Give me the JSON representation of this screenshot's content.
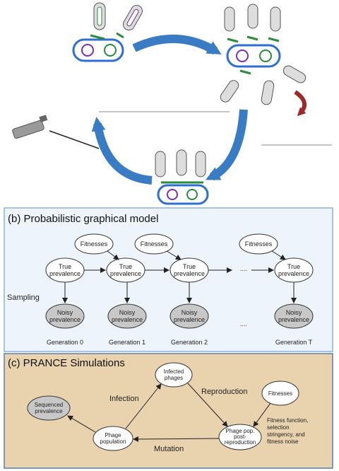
{
  "panel_b": {
    "title": "(b) Probabilistic graphical model",
    "fitnesses": "Fitnesses",
    "true_prevalence": [
      "True",
      "prevalence"
    ],
    "noisy_prevalence": [
      "Noisy",
      "prevalence"
    ],
    "sampling": "Sampling",
    "ellipsis": "....",
    "generations": [
      "Generation 0",
      "Generation 1",
      "Generation 2",
      "Generation T"
    ]
  },
  "panel_c": {
    "title": "(c) PRANCE Simulations",
    "infected_phages": [
      "Infected",
      "phages"
    ],
    "sequenced_prevalence": [
      "Sequenced",
      "prevalence"
    ],
    "phage_population": [
      "Phage",
      "population"
    ],
    "phage_post": [
      "Phage pop.",
      "post-",
      "reproduction"
    ],
    "fitnesses": "Fitnesses",
    "infection": "Infection",
    "reproduction": "Reproduction",
    "mutation": "Mutation",
    "fitness_note": [
      "Fitness function,",
      "selection",
      "stringency, and",
      "fitness noise"
    ]
  },
  "colors": {
    "cycle_arrow": "#3a7cc4",
    "panel_b_bg": "#eef4fb",
    "panel_b_border": "#8fb2d8",
    "panel_c_bg": "#e9d2ae",
    "panel_c_border": "#5a7fb0",
    "noisy_fill": "#c8c8c8",
    "cell_border": "#2f6fd0",
    "burst_arrow": "#9b2a2a"
  }
}
